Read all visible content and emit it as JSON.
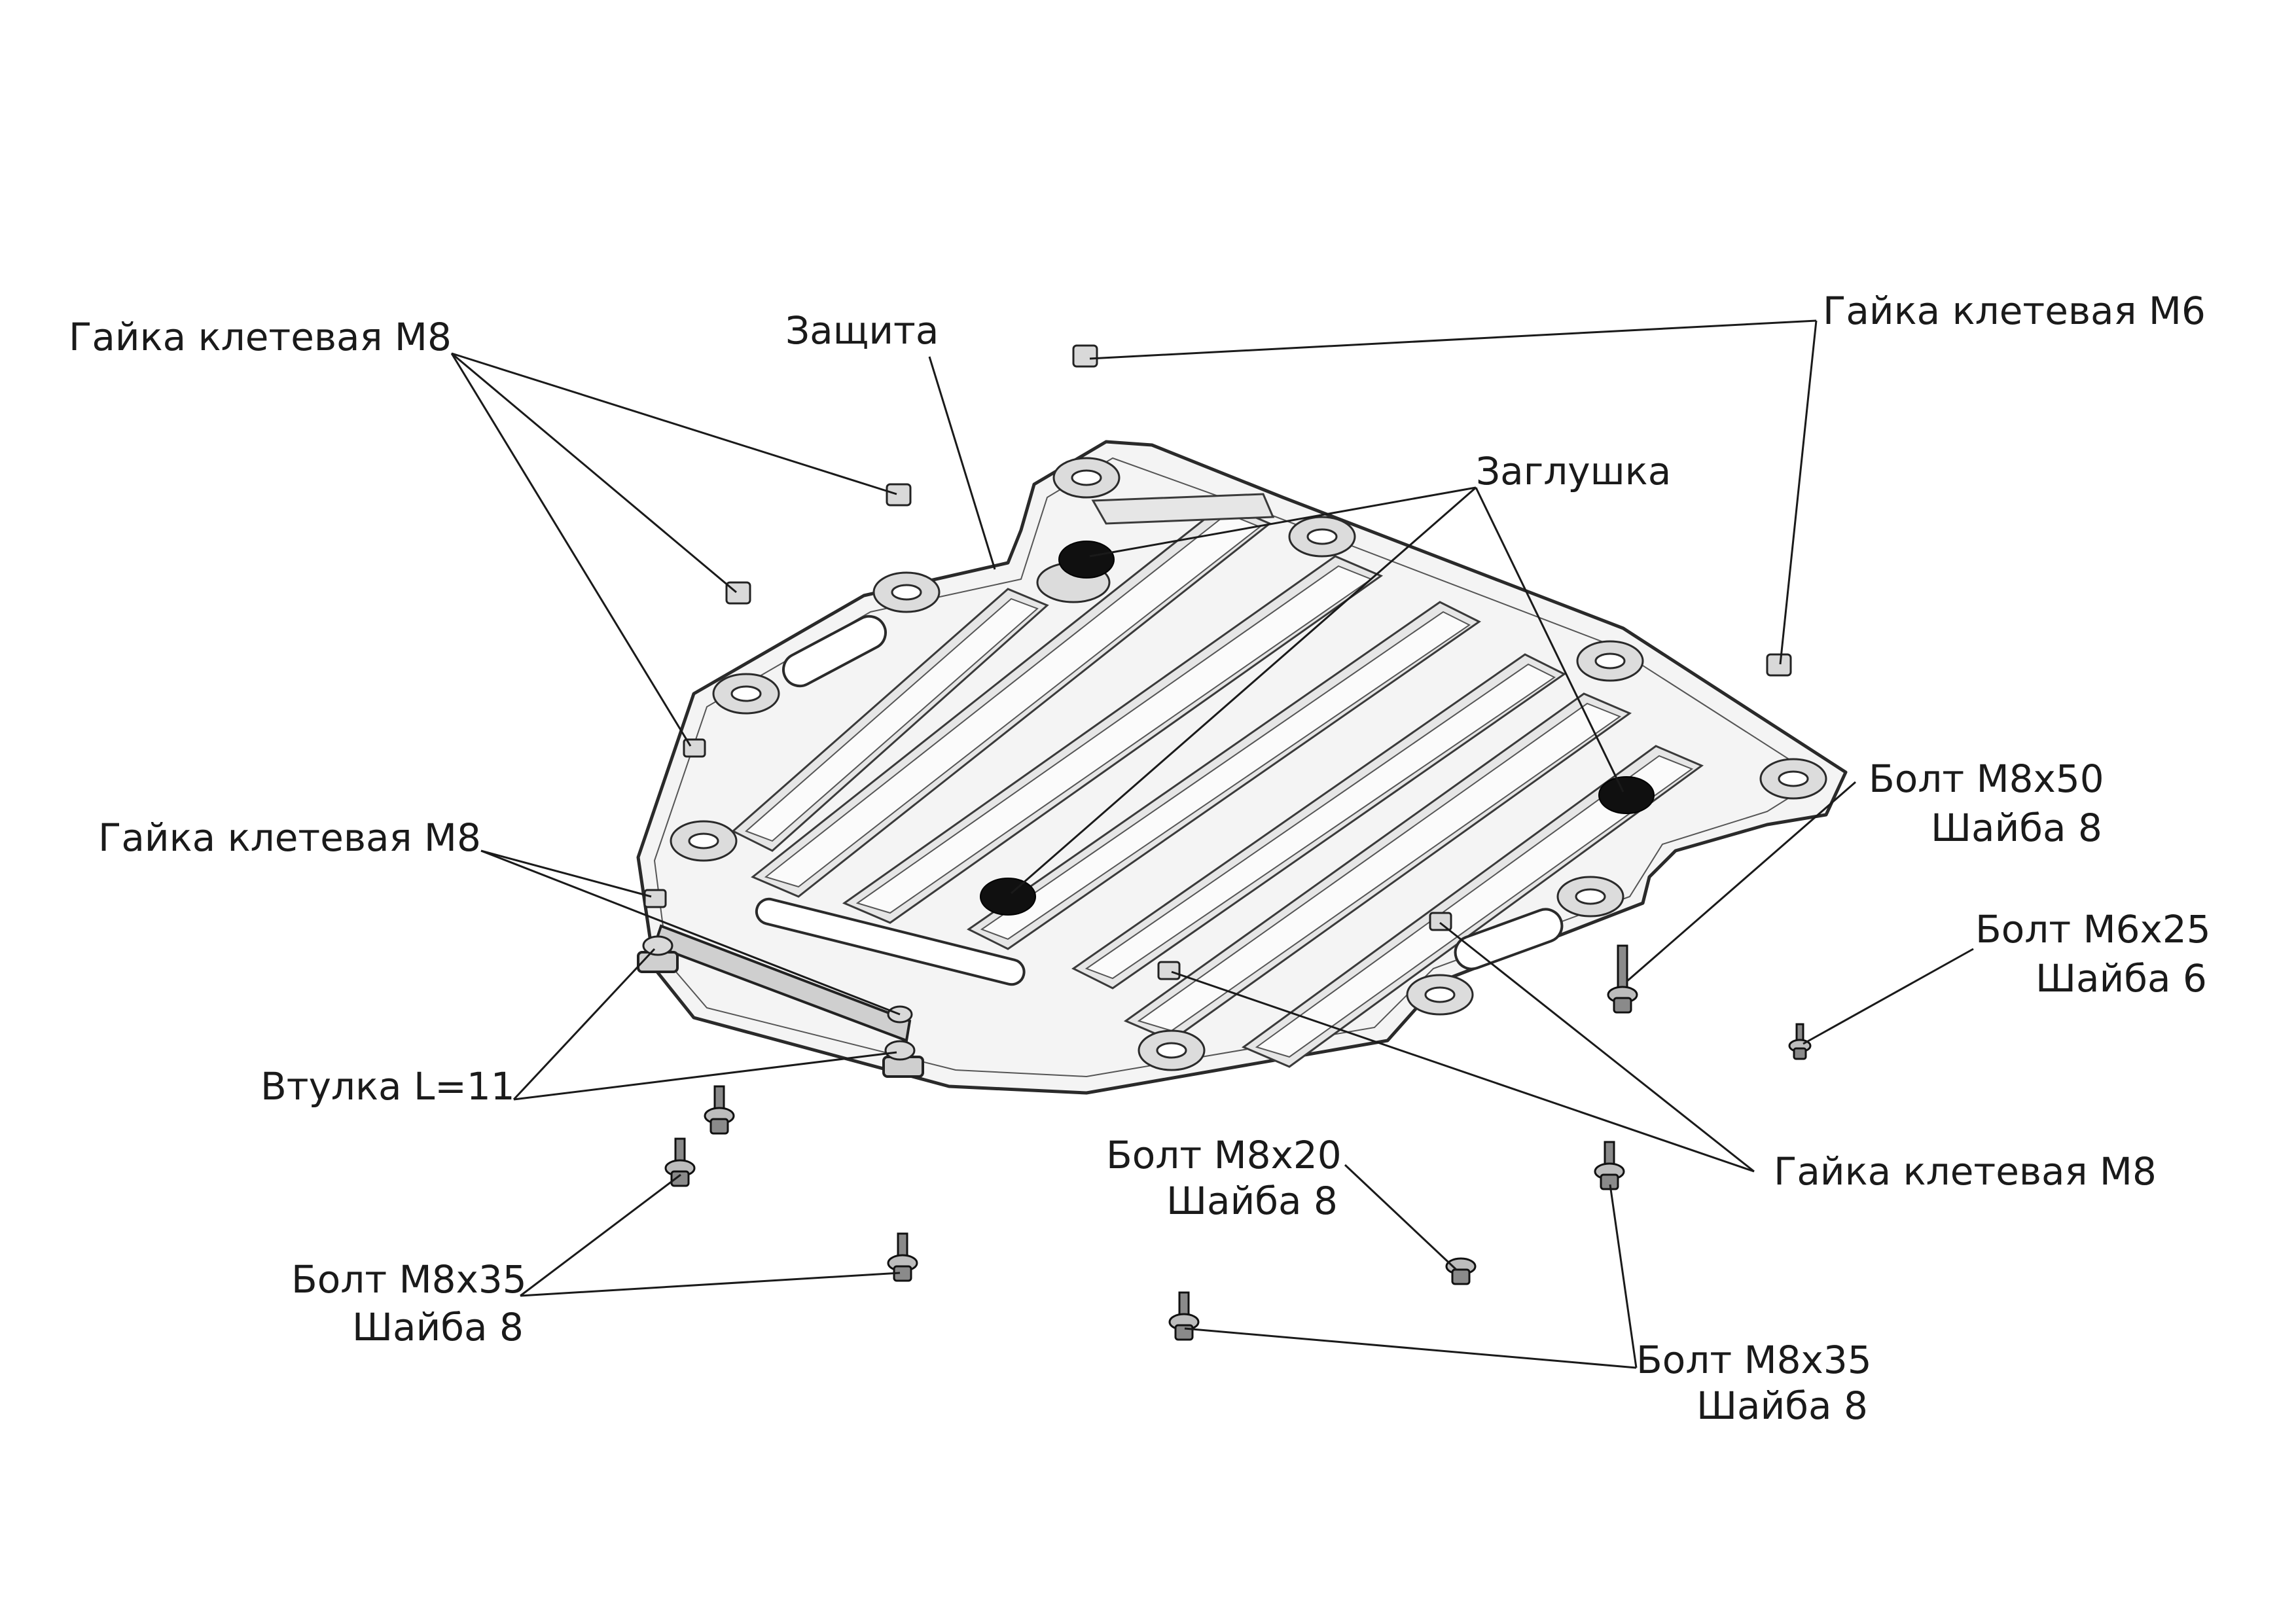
{
  "labels": {
    "cage_nut_m8_top_left": "Гайка клетевая М8",
    "shield": "Защита",
    "cage_nut_m6": "Гайка клетевая М6",
    "plug": "Заглушка",
    "cage_nut_m8_left": "Гайка клетевая М8",
    "bolt_m8x50": "Болт М8х50",
    "washer_8_a": "Шайба 8",
    "bolt_m6x25": "Болт М6х25",
    "washer_6": "Шайба 6",
    "bushing": "Втулка L=11",
    "bolt_m8x20": "Болт М8х20",
    "washer_8_b": "Шайба 8",
    "cage_nut_m8_right": "Гайка клетевая М8",
    "bolt_m8x35_left": "Болт М8х35",
    "washer_8_c": "Шайба 8",
    "bolt_m8x35_right": "Болт М8х35",
    "washer_8_d": "Шайба 8"
  },
  "colors": {
    "plate_fill": "#f4f4f4",
    "outline": "#2a2a2a",
    "plug": "#101010"
  }
}
